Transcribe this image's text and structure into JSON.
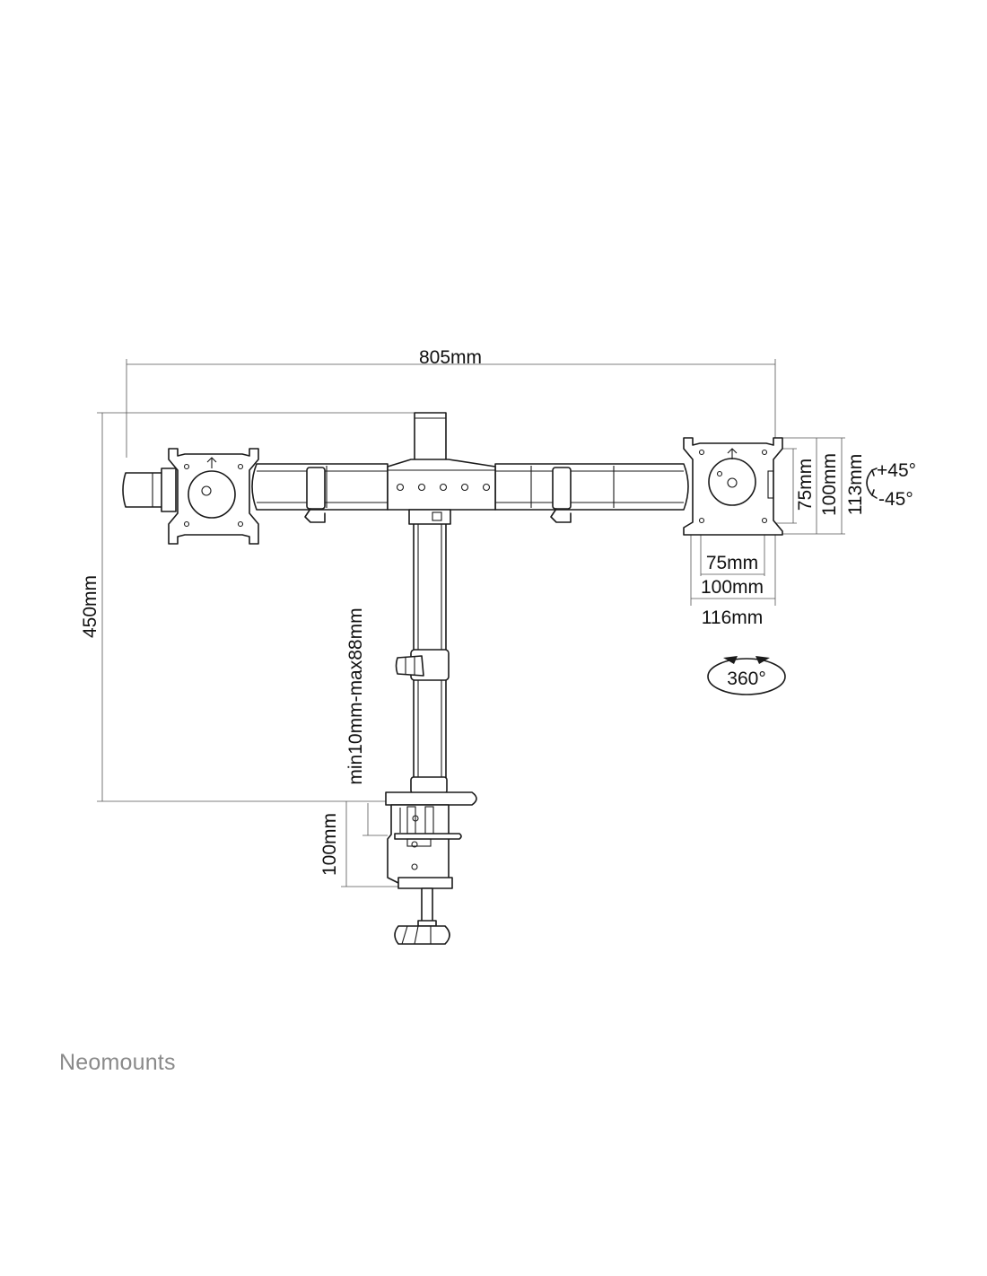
{
  "brand": {
    "name": "Neomounts"
  },
  "dimensions": {
    "width": "805mm",
    "height": "450mm",
    "desk_thickness": "min10mm-max88mm",
    "clamp_depth": "100mm",
    "vesa_h_75": "75mm",
    "vesa_h_100": "100mm",
    "plate_width": "116mm",
    "vesa_v_75": "75mm",
    "vesa_v_100": "100mm",
    "plate_height": "113mm"
  },
  "tilt": {
    "up": "+45°",
    "down": "-45°"
  },
  "rotation": {
    "label": "360°"
  },
  "colors": {
    "line": "#1a1a1a",
    "dimension": "#555555",
    "brand": "#8a8a8a"
  }
}
